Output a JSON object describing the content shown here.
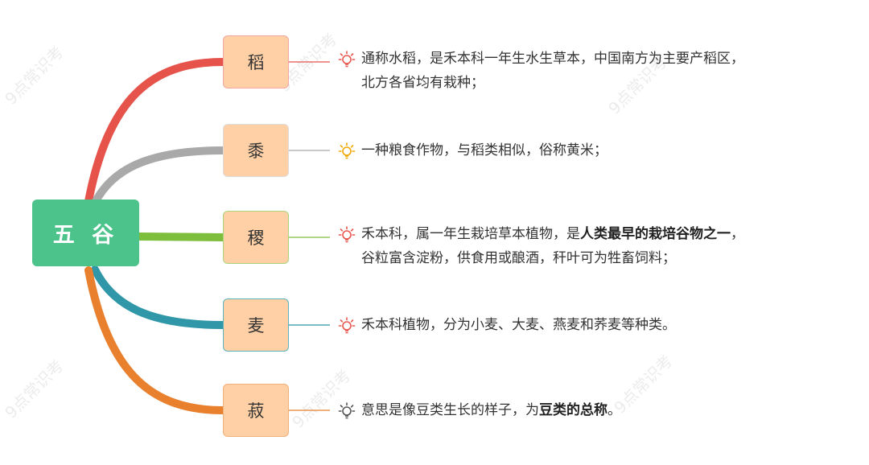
{
  "root": {
    "label": "五 谷"
  },
  "watermark": "9点常识考",
  "colors": {
    "root_bg": "#4cc38a",
    "node_bg": "#ffd0a5",
    "bulb_red": "#e8574d",
    "bulb_gold": "#f0a800",
    "bulb_gray": "#555555"
  },
  "branches": [
    {
      "name": "稻",
      "color": "#e5534b",
      "border": "#f0a8a0",
      "bulb": "red",
      "lines": [
        [
          {
            "t": "通称水稻，是禾本科一年生水生草本，中国南方为主要产稻区，",
            "b": false
          }
        ],
        [
          {
            "t": "北方各省均有栽种；",
            "b": false
          }
        ]
      ]
    },
    {
      "name": "黍",
      "color": "#a9a9a9",
      "border": "#dcdcdc",
      "bulb": "gold",
      "lines": [
        [
          {
            "t": "一种粮食作物，与稻类相似，俗称黄米；",
            "b": false
          }
        ]
      ]
    },
    {
      "name": "稷",
      "color": "#7dbe3c",
      "border": "#a9d67c",
      "bulb": "red",
      "lines": [
        [
          {
            "t": "禾本科，属一年生栽培草本植物，是",
            "b": false
          },
          {
            "t": "人类最早的栽培谷物之一",
            "b": true
          },
          {
            "t": "，",
            "b": false
          }
        ],
        [
          {
            "t": "谷粒富含淀粉，供食用或酿酒，秆叶可为牲畜饲料；",
            "b": false
          }
        ]
      ]
    },
    {
      "name": "麦",
      "color": "#2f97a7",
      "border": "#5bb3bf",
      "bulb": "red",
      "lines": [
        [
          {
            "t": "禾本科植物，分为小麦、大麦、燕麦和荞麦等种类。",
            "b": false
          }
        ]
      ]
    },
    {
      "name": "菽",
      "color": "#e8802e",
      "border": "#f0b07a",
      "bulb": "gray",
      "lines": [
        [
          {
            "t": "意思是像豆类生长的样子，为",
            "b": false
          },
          {
            "t": "豆类的总称",
            "b": true
          },
          {
            "t": "。",
            "b": false
          }
        ]
      ]
    }
  ]
}
